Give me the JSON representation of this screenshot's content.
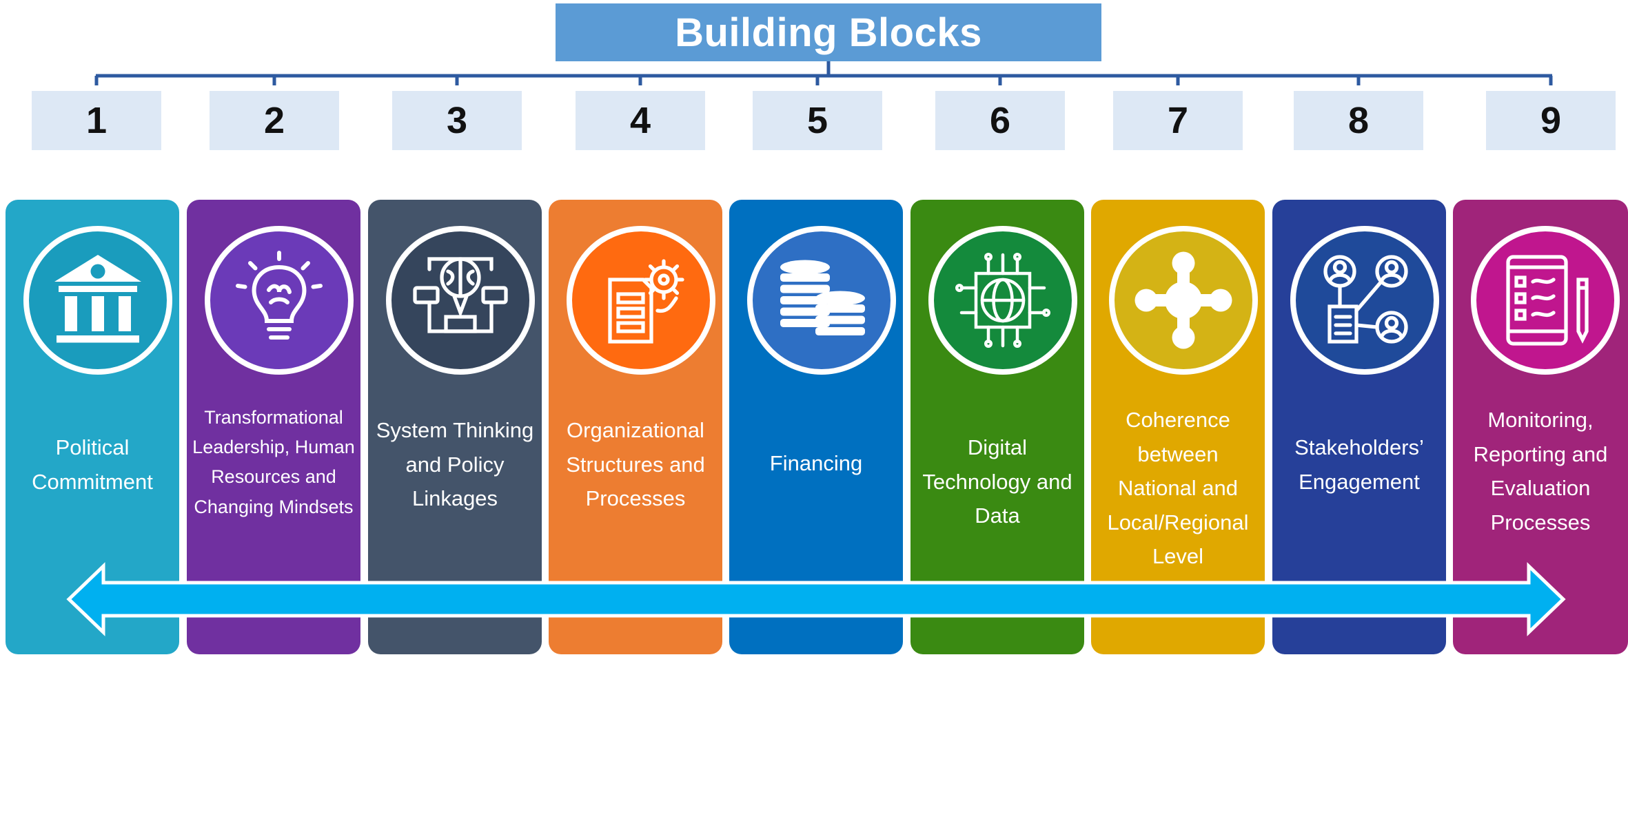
{
  "title": "Building Blocks",
  "colors": {
    "title_bg": "#5b9bd5",
    "number_bg": "#dde8f5",
    "connector": "#2e5aa0",
    "arrow": "#00b0f0"
  },
  "blocks": [
    {
      "number": "1",
      "label": "Political Commitment",
      "color": "#23a7c8",
      "icon": "government-building-icon",
      "circle": "#1a9cbd"
    },
    {
      "number": "2",
      "label": "Transformational Leadership, Human Resources and Changing Mindsets",
      "color": "#7030a0",
      "icon": "lightbulb-brain-icon",
      "circle": "#6b3ab8"
    },
    {
      "number": "3",
      "label": "System Thinking and Policy Linkages",
      "color": "#44546a",
      "icon": "brain-systems-icon",
      "circle": "#35455c"
    },
    {
      "number": "4",
      "label": "Organizational Structures and Processes",
      "color": "#ed7d31",
      "icon": "document-gear-icon",
      "circle": "#ff6a10"
    },
    {
      "number": "5",
      "label": "Financing",
      "color": "#0070c0",
      "icon": "coin-stacks-icon",
      "circle": "#2e6fc4"
    },
    {
      "number": "6",
      "label": "Digital Technology and Data",
      "color": "#3a8a12",
      "icon": "digital-globe-icon",
      "circle": "#148a3c"
    },
    {
      "number": "7",
      "label": "Coherence between National and Local/Regional Level",
      "color": "#e0a800",
      "icon": "network-hub-icon",
      "circle": "#d4b315"
    },
    {
      "number": "8",
      "label": "Stakeholders’ Engagement",
      "color": "#264099",
      "icon": "stakeholders-network-icon",
      "circle": "#1f4a9a"
    },
    {
      "number": "9",
      "label": "Monitoring, Reporting and Evaluation Processes",
      "color": "#a0247a",
      "icon": "checklist-tablet-icon",
      "circle": "#c0168e"
    }
  ]
}
